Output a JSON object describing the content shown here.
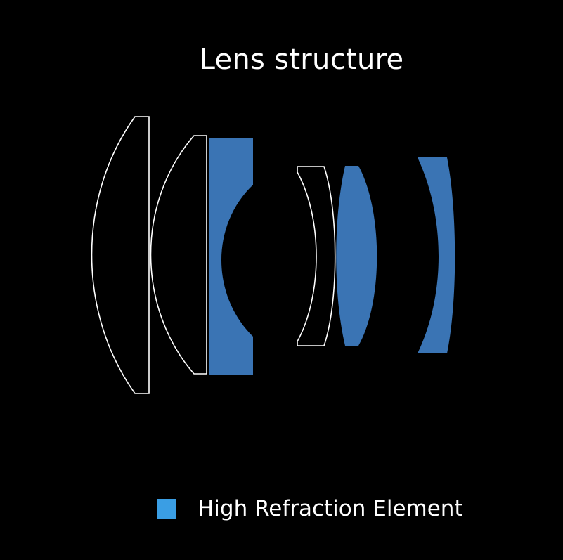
{
  "title": "Lens structure",
  "legend": {
    "label": "High Refraction Element",
    "color": "#3a9ee4"
  },
  "colors": {
    "background": "#000000",
    "outline": "#ffffff",
    "high_refraction_fill": "#3a74b4",
    "text": "#ffffff"
  },
  "elements": [
    {
      "name": "element-1",
      "type": "standard"
    },
    {
      "name": "element-2",
      "type": "standard"
    },
    {
      "name": "element-3",
      "type": "high-refraction"
    },
    {
      "name": "element-4",
      "type": "standard"
    },
    {
      "name": "element-5",
      "type": "high-refraction"
    },
    {
      "name": "element-6",
      "type": "high-refraction"
    }
  ]
}
